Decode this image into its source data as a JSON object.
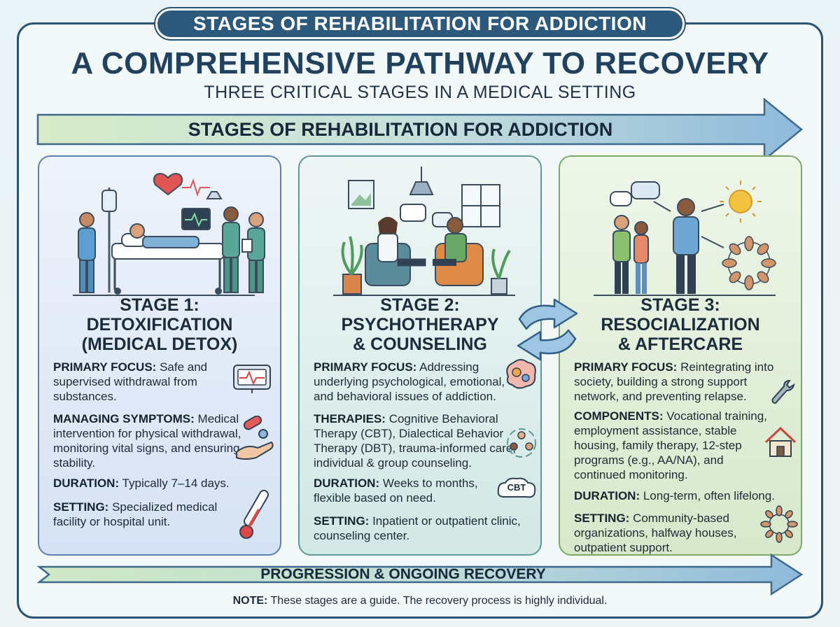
{
  "banner": "STAGES OF REHABILITATION FOR ADDICTION",
  "title": "A COMPREHENSIVE PATHWAY TO RECOVERY",
  "subtitle": "THREE CRITICAL STAGES IN A MEDICAL SETTING",
  "top_arrow_label": "STAGES OF REHABILITATION FOR ADDICTION",
  "bottom_arrow_label": "PROGRESSION & ONGOING RECOVERY",
  "note": {
    "label": "NOTE:",
    "text": " These stages are a guide. The recovery process is highly individual."
  },
  "stages": [
    {
      "title_lines": [
        "STAGE 1:",
        "DETOXIFICATION",
        "(MEDICAL DETOX)"
      ],
      "sections": [
        {
          "label": "PRIMARY FOCUS:",
          "text": " Safe and supervised withdrawal from substances."
        },
        {
          "label": "MANAGING SYMPTOMS:",
          "text": " Medical intervention for physical withdrawal, monitoring vital signs, and ensuring stability."
        },
        {
          "label": "DURATION:",
          "text": " Typically 7–14 days."
        },
        {
          "label": "SETTING:",
          "text": " Specialized medical facility or hospital unit."
        }
      ]
    },
    {
      "title_lines": [
        "STAGE 2:",
        "PSYCHOTHERAPY",
        "& COUNSELING"
      ],
      "sections": [
        {
          "label": "PRIMARY FOCUS:",
          "text": " Addressing underlying psychological, emotional, and behavioral issues of addiction."
        },
        {
          "label": "THERAPIES:",
          "text": " Cognitive Behavioral Therapy (CBT), Dialectical Behavior Therapy (DBT), trauma-informed care, individual & group counseling."
        },
        {
          "label": "DURATION:",
          "text": " Weeks to months, flexible based on need."
        },
        {
          "label": "SETTING:",
          "text": " Inpatient or outpatient clinic, counseling center."
        }
      ],
      "cbt_label": "CBT"
    },
    {
      "title_lines": [
        "STAGE 3:",
        "RESOCIALIZATION",
        "& AFTERCARE"
      ],
      "sections": [
        {
          "label": "PRIMARY FOCUS:",
          "text": " Reintegrating into society, building a strong support network, and preventing relapse."
        },
        {
          "label": "COMPONENTS:",
          "text": " Vocational training, employment assistance, stable housing, family therapy, 12-step programs (e.g., AA/NA), and continued monitoring."
        },
        {
          "label": "DURATION:",
          "text": " Long-term, often lifelong."
        },
        {
          "label": "SETTING:",
          "text": " Community-based organizations, halfway houses, outpatient support."
        }
      ]
    }
  ],
  "colors": {
    "navy": "#2d5a7c",
    "stage1": "#5d7fb0",
    "stage2": "#5c9b98",
    "stage3": "#7ea86a",
    "arrow_start": "#cfe6bf",
    "arrow_end": "#9dc3df"
  },
  "icons": [
    "monitor-icon",
    "pills-hand-icon",
    "thermometer-icon",
    "brain-gears-icon",
    "group-cycle-icon",
    "cbt-cloud-icon",
    "wrench-icon",
    "house-icon",
    "hands-circle-icon",
    "cycle-arrows-icon"
  ]
}
